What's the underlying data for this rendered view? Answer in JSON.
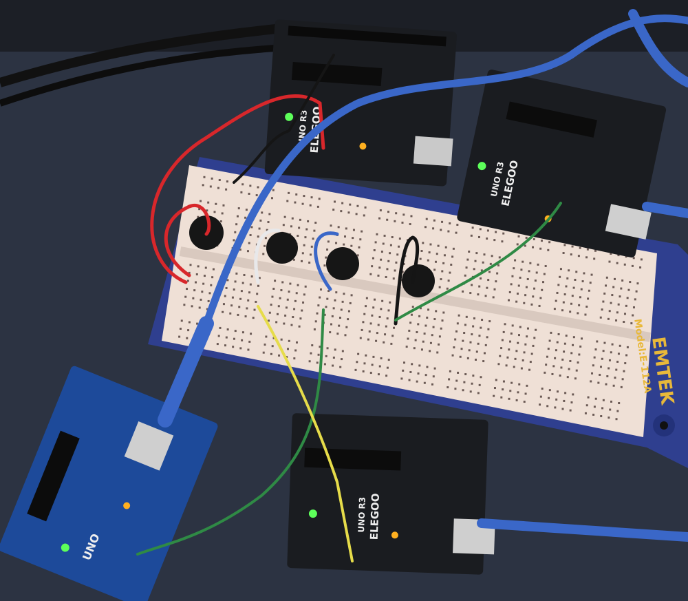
{
  "breadboard": {
    "brand": "EMTEK",
    "model": "Model:E-112A",
    "color": "#2f3f8f",
    "label_color": "#e8b83a"
  },
  "boards": [
    {
      "brand": "ELEGOO",
      "model": "UNO R3",
      "color": "#1a1c20"
    },
    {
      "brand": "ELEGOO",
      "model": "UNO R3",
      "color": "#1a1c20"
    },
    {
      "brand": "ELEGOO",
      "model": "UNO R3",
      "color": "#1a1c20"
    },
    {
      "brand": "",
      "model": "UNO",
      "color": "#1d4a9a"
    }
  ],
  "wire_colors": {
    "red": "#d8272b",
    "blue": "#3a67c8",
    "green": "#2f8a45",
    "yellow": "#e6dc4a",
    "white": "#e8e8ea",
    "black": "#151515"
  },
  "led_colors": {
    "power": "#5dff5a",
    "tx": "#ffb020"
  }
}
